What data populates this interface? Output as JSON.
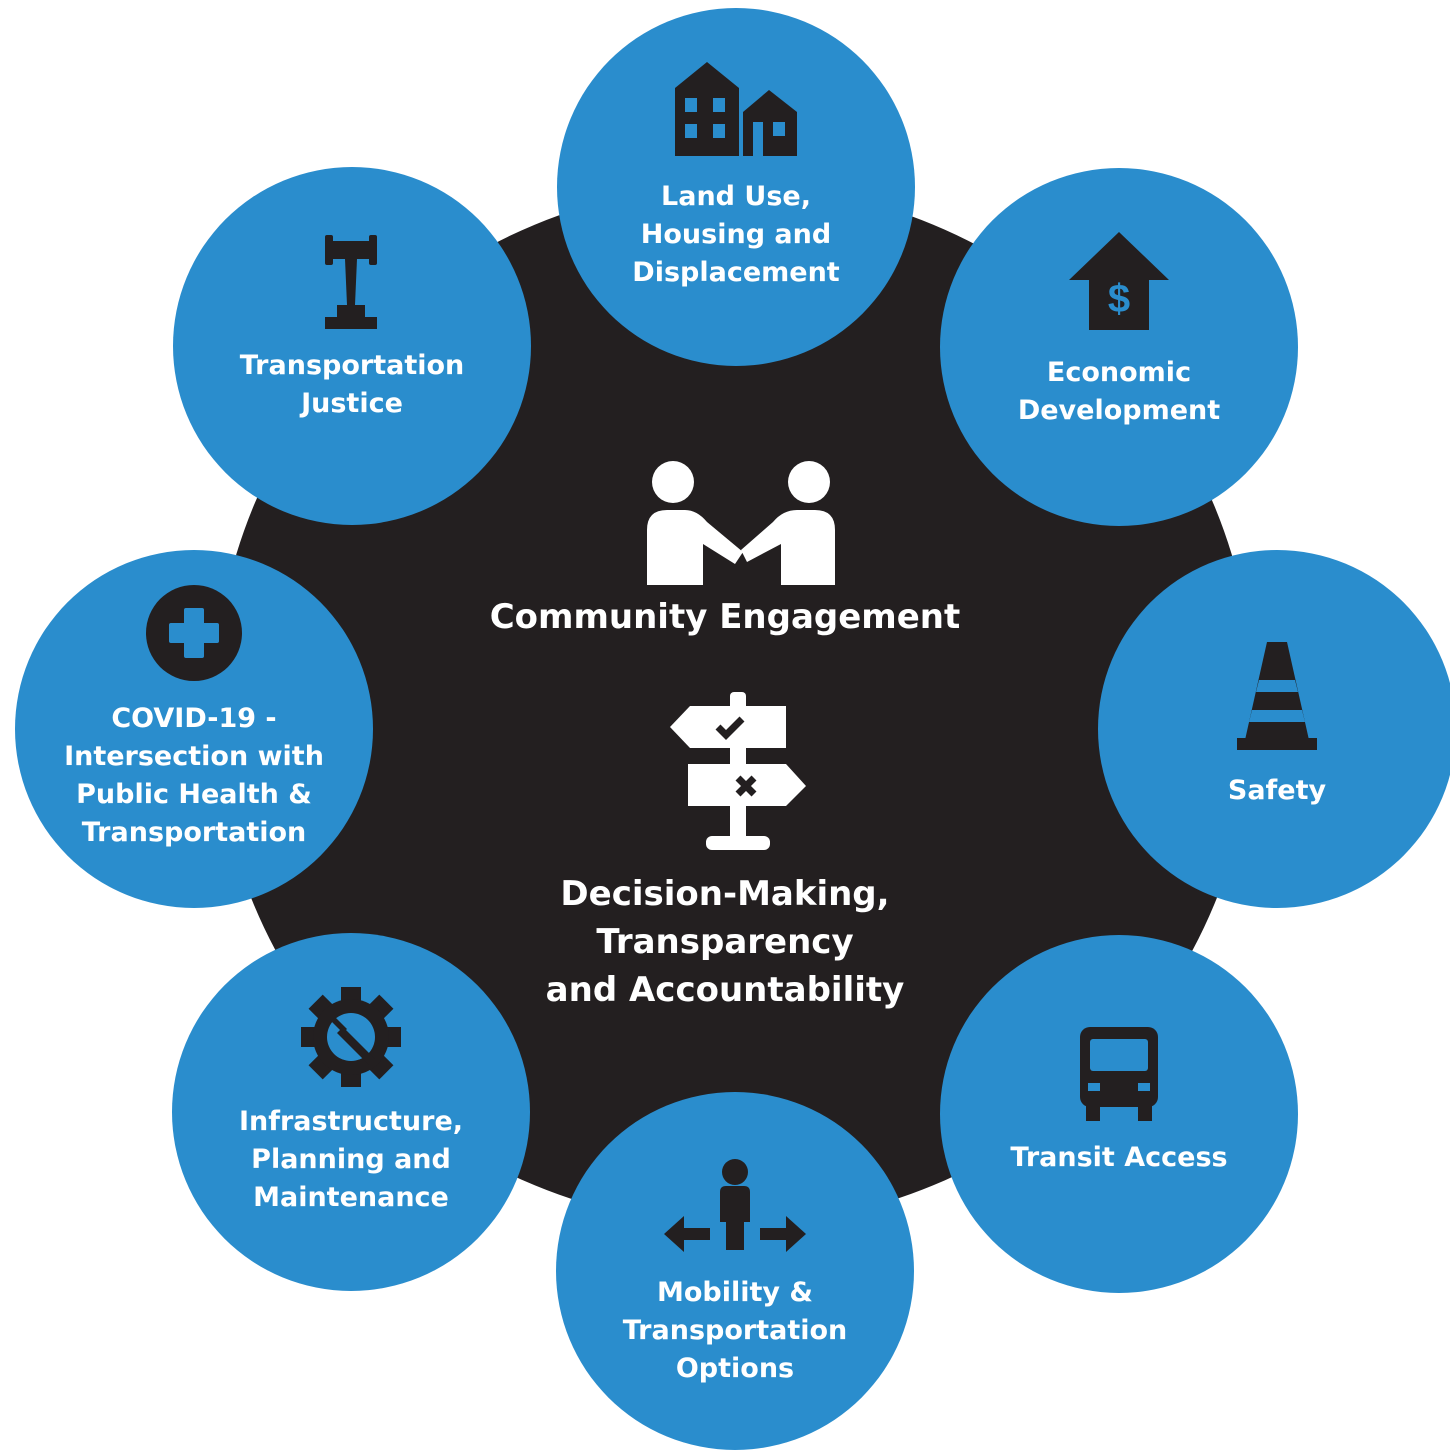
{
  "center": {
    "engagement_label": "Community Engagement",
    "engagement_icon": "handshake-people-icon",
    "decision_label": "Decision-Making,\nTransparency\nand Accountability",
    "decision_icon": "signpost-icon"
  },
  "nodes": [
    {
      "id": "land-use",
      "label": "Land Use,\nHousing and\nDisplacement",
      "icon": "houses-icon"
    },
    {
      "id": "economic",
      "label": "Economic\nDevelopment",
      "icon": "house-dollar-icon"
    },
    {
      "id": "safety",
      "label": "Safety",
      "icon": "traffic-cone-icon"
    },
    {
      "id": "transit",
      "label": "Transit Access",
      "icon": "bus-icon"
    },
    {
      "id": "mobility",
      "label": "Mobility &\nTransportation\nOptions",
      "icon": "person-arrows-icon"
    },
    {
      "id": "infrastructure",
      "label": "Infrastructure,\nPlanning and\nMaintenance",
      "icon": "gear-wrench-icon"
    },
    {
      "id": "covid",
      "label": "COVID-19 -\nIntersection with\nPublic Health &\nTransportation",
      "icon": "medical-cross-icon"
    },
    {
      "id": "justice",
      "label": "Transportation\nJustice",
      "icon": "gavel-icon"
    }
  ],
  "colors": {
    "node_blue": "#2a8dcd",
    "center_black": "#231f20",
    "text_white": "#ffffff"
  }
}
